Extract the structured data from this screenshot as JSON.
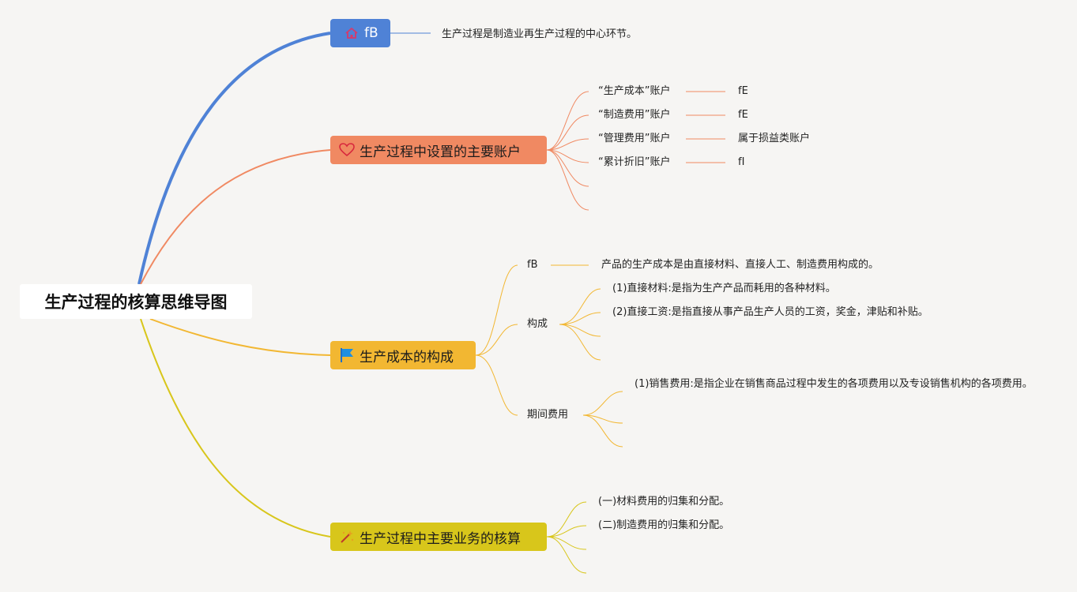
{
  "root": {
    "title": "生产过程的核算思维导图"
  },
  "branches": [
    {
      "label": "fB",
      "color": "#4f82d6",
      "icon": "home-icon",
      "note": "生产过程是制造业再生产过程的中心环节。"
    },
    {
      "label": "生产过程中设置的主要账户",
      "color": "#f08962",
      "icon": "heart-icon",
      "items": [
        {
          "label": "“生产成本”账户",
          "detail": "fE"
        },
        {
          "label": "“制造费用”账户",
          "detail": "fE"
        },
        {
          "label": "“管理费用”账户",
          "detail": "属于损益类账户"
        },
        {
          "label": "“累计折旧”账户",
          "detail": "fI"
        }
      ]
    },
    {
      "label": "生产成本的构成",
      "color": "#f2b732",
      "icon": "flag-icon",
      "items": [
        {
          "label": "fB",
          "detail": "产品的生产成本是由直接材料、直接人工、制造费用构成的。"
        },
        {
          "label": "构成",
          "details": [
            "(1)直接材料:是指为生产产品而耗用的各种材料。",
            "(2)直接工资:是指直接从事产品生产人员的工资，奖金，津贴和补贴。"
          ]
        },
        {
          "label": "期间费用",
          "details": [
            "(1)销售费用:是指企业在销售商品过程中发生的各项费用以及专设销售机构的各项费用。"
          ]
        }
      ]
    },
    {
      "label": "生产过程中主要业务的核算",
      "color": "#d8c61b",
      "icon": "magic-wand-icon",
      "items": [
        {
          "label": "(一)材料费用的归集和分配。"
        },
        {
          "label": "(二)制造费用的归集和分配。"
        }
      ]
    }
  ]
}
